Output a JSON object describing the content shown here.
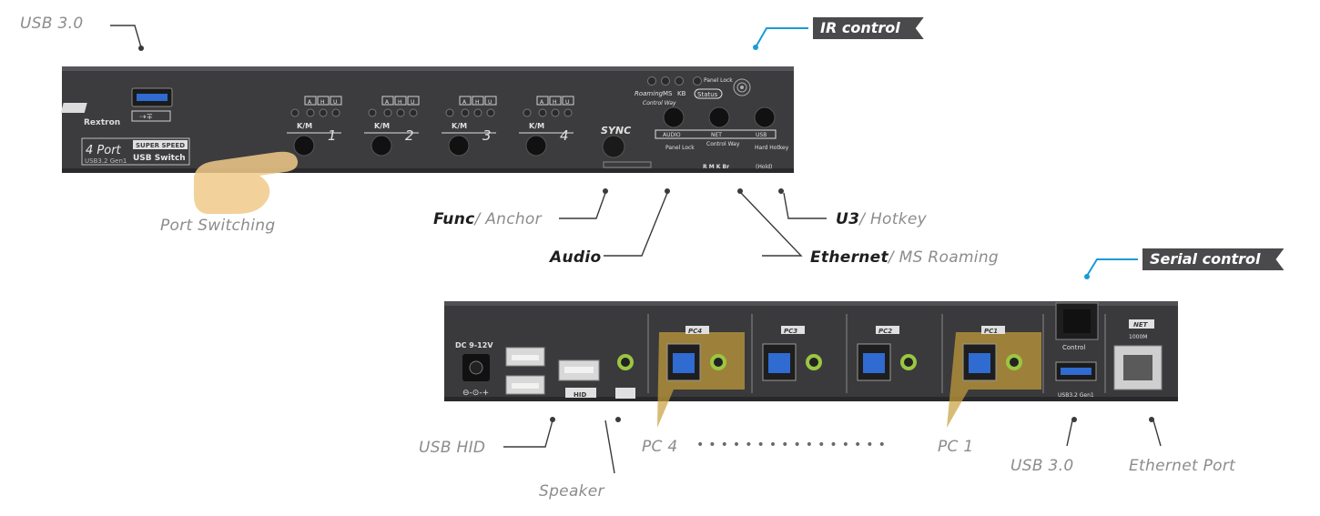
{
  "front_panel": {
    "brand": "Rextron",
    "badge_ports": "4 Port",
    "badge_super": "SUPER SPEED",
    "badge_gen": "USB3.2 Gen1",
    "badge_switch": "USB Switch",
    "port_header_a": "A",
    "port_header_h": "H",
    "port_header_u": "U",
    "km_label": "K/M",
    "port_numbers": [
      "1",
      "2",
      "3",
      "4"
    ],
    "sync_label": "SYNC",
    "roaming_label": "Roaming",
    "ms_label": "MS",
    "kb_label": "KB",
    "control_way_label": "Control Way",
    "panel_lock_top": "Panel Lock",
    "status_label": "Status",
    "audio_label": "AUDIO",
    "net_label": "NET",
    "usb_label": "USB",
    "panel_lock_label": "Panel Lock",
    "control_way_col": "Control Way",
    "hard_hotkey_label": "Hard Hotkey",
    "rmkbr_label": "R  M  K  Br",
    "hold_label": "(Hold)"
  },
  "rear_panel": {
    "dc_label": "DC 9-12V",
    "hid_label": "HID",
    "pc_labels": [
      "PC4",
      "PC3",
      "PC2",
      "PC1"
    ],
    "control_label": "Control",
    "usb_gen_label": "USB3.2 Gen1",
    "net_label": "NET",
    "net_speed": "1000M"
  },
  "callouts": {
    "usb30_top": "USB 3.0",
    "ir_control": "IR control",
    "port_switching": "Port Switching",
    "func_bold": "Func",
    "func_rest": "/ Anchor",
    "u3_bold": "U3",
    "u3_rest": "/ Hotkey",
    "audio": "Audio",
    "ethernet_bold": "Ethernet",
    "ethernet_rest": "/ MS Roaming",
    "serial_control": "Serial control",
    "usb_hid": "USB HID",
    "speaker": "Speaker",
    "pc4": "PC 4",
    "pc_dots": "• • • • • • • • • • • • • • • •",
    "pc1": "PC 1",
    "usb30_bottom": "USB 3.0",
    "ethernet_port": "Ethernet Port"
  },
  "colors": {
    "device_body": "#3c3c3e",
    "accent_blue": "#1a9bd7",
    "highlight_gold": "#c8a03a",
    "label_grey": "#8c8c8c"
  }
}
